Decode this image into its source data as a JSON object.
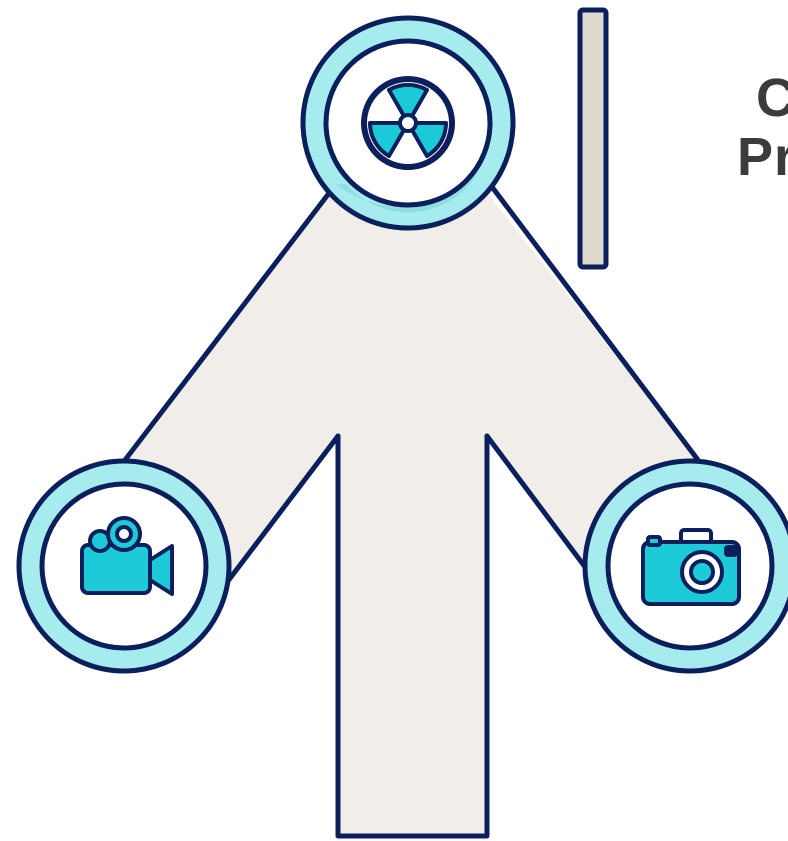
{
  "title": {
    "line1": "C",
    "line2": "Pr"
  },
  "colors": {
    "arrow_fill": "#f1eee9",
    "outline": "#0a1f5c",
    "ring": "#a6ebee",
    "ring_overlap": "#8fdedd",
    "icon_fill": "#1ccad8",
    "divider_fill": "#ddd9cb"
  },
  "nodes": [
    {
      "name": "top",
      "icon": "radiation-icon"
    },
    {
      "name": "left",
      "icon": "video-camera-icon"
    },
    {
      "name": "right",
      "icon": "photo-camera-icon"
    }
  ]
}
